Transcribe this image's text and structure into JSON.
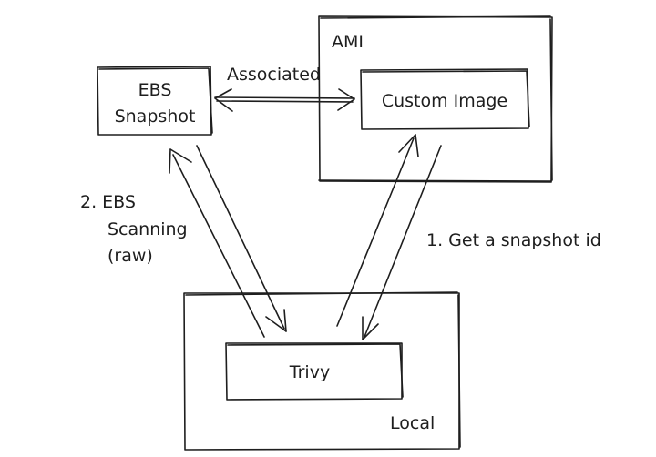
{
  "diagram": {
    "nodes": {
      "ami_label": "AMI",
      "custom_image": "Custom Image",
      "ebs_snapshot_line1": "EBS",
      "ebs_snapshot_line2": "Snapshot",
      "trivy": "Trivy",
      "local_label": "Local"
    },
    "edges": {
      "associated": "Associated",
      "get_snapshot": "1. Get a snapshot id",
      "ebs_scanning_line1": "2. EBS",
      "ebs_scanning_line2": "Scanning",
      "ebs_scanning_line3": "(raw)"
    }
  }
}
